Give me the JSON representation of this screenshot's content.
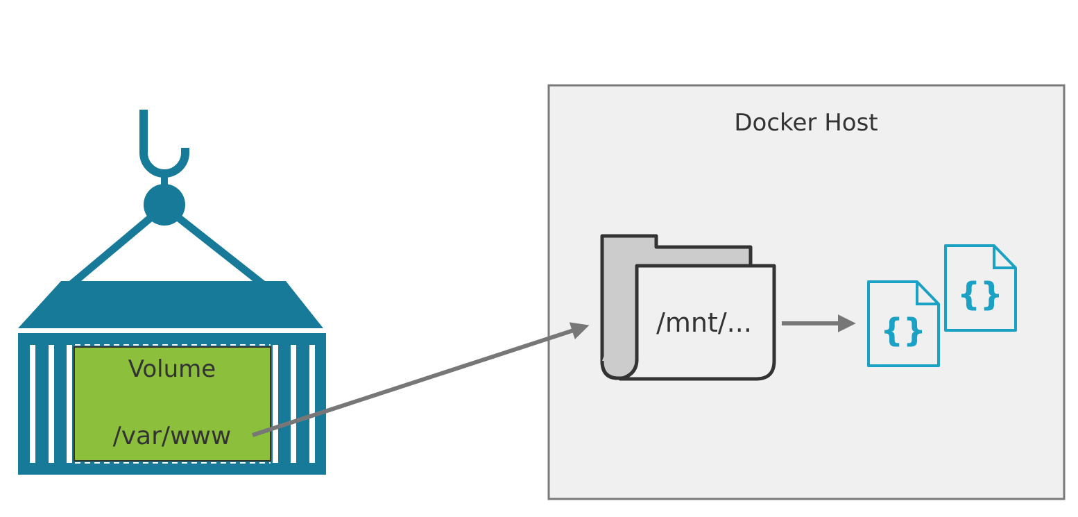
{
  "volume": {
    "title": "Volume",
    "path": "/var/www"
  },
  "host": {
    "title": "Docker Host",
    "folder_path": "/mnt/...",
    "file_glyph": "{}"
  },
  "colors": {
    "container": "#177a99",
    "volume_fill": "#8bbf3c",
    "host_fill": "#f0f0f0",
    "host_border": "#7a7a7a",
    "arrow": "#777777",
    "folder_stroke": "#333333",
    "file_stroke": "#1ba1c4"
  },
  "icons": [
    "crane-hook-icon",
    "shipping-container-icon",
    "folder-icon",
    "json-file-icon",
    "arrow-icon"
  ]
}
